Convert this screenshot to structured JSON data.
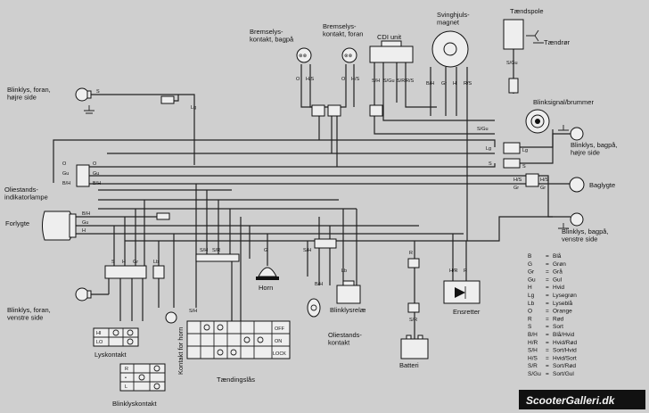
{
  "components": {
    "blinklys_foran_hojre": "Blinklys, foran,\nhøjre side",
    "bremselys_bag": "Bremselys-\nkontakt, bagpå",
    "bremselys_foran": "Bremselys-\nkontakt, foran",
    "cdi_unit": "CDI unit",
    "svinghjul": "Svinghjuls-\nmagnet",
    "taendspole": "Tændspole",
    "taendror": "Tændrør",
    "blinksignal": "Blinksignal/brummer",
    "oliestands_indikator": "Oliestands-\nindikatorlampe",
    "blinklys_bag_hojre": "Blinklys, bagpå,\nhøjre side",
    "baglygte": "Baglygte",
    "forlygte": "Forlygte",
    "blinklys_bag_venstre": "Blinklys, bagpå,\nvenstre side",
    "blinklys_foran_venstre": "Blinklys, foran,\nvenstre side",
    "horn": "Horn",
    "blinklysrelae": "Blinklysrelæ",
    "ensretter": "Ensretter",
    "lyskontakt": "Lyskontakt",
    "kontakt_horn": "Kontakt for horn",
    "oliestands_kontakt": "Oliestands-\nkontakt",
    "batteri": "Batteri",
    "blinklyskontakt": "Blinklyskontakt",
    "taendingslaas": "Tændingslås"
  },
  "switch_labels": {
    "lys": [
      "HI",
      "LO"
    ],
    "blink": [
      "R",
      "•",
      "L"
    ],
    "ign": [
      "OFF",
      "ON",
      "LOCK"
    ]
  },
  "legend": [
    {
      "code": "B",
      "meaning": "Blå"
    },
    {
      "code": "G",
      "meaning": "Grøn"
    },
    {
      "code": "Gr",
      "meaning": "Grå"
    },
    {
      "code": "Gu",
      "meaning": "Gul"
    },
    {
      "code": "H",
      "meaning": "Hvid"
    },
    {
      "code": "Lg",
      "meaning": "Lysegrøn"
    },
    {
      "code": "Lb",
      "meaning": "Lyseblå"
    },
    {
      "code": "O",
      "meaning": "Orange"
    },
    {
      "code": "R",
      "meaning": "Rød"
    },
    {
      "code": "S",
      "meaning": "Sort"
    },
    {
      "code": "B/H",
      "meaning": "Blå/Hvid"
    },
    {
      "code": "H/R",
      "meaning": "Hvid/Rød"
    },
    {
      "code": "S/H",
      "meaning": "Sort/Hvid"
    },
    {
      "code": "H/S",
      "meaning": "Hvid/Sort"
    },
    {
      "code": "S/R",
      "meaning": "Sort/Rød"
    },
    {
      "code": "S/Gu",
      "meaning": "Sort/Gul"
    }
  ],
  "wire_codes": {
    "c_s1": "S",
    "c_lg1": "Lg",
    "c_o1": "O",
    "c_gu1": "Gu",
    "c_bh1": "B/H",
    "c_o2": "O",
    "c_hs1": "H/S",
    "c_o3": "O",
    "c_gu2": "Gu",
    "c_bh2": "B/H",
    "c_bh3": "B/H",
    "c_gu3": "Gu",
    "c_h1": "H",
    "c_sh1": "S/H",
    "c_sr1": "S/R",
    "c_rs1": "R/S",
    "c_sh2": "S/H",
    "c_sgu1": "S/Gu",
    "c_rs2": "R/S",
    "c_bh4": "B/H",
    "c_gr1": "Gr",
    "c_h2": "H",
    "c_sgu2": "S/Gu",
    "c_lg2": "Lg",
    "c_lg3": "Lg",
    "c_s2": "S",
    "c_hs2": "H/S",
    "c_gr2": "Gr",
    "c_hs3": "H/S",
    "c_gr3": "Gr",
    "c_sgu3": "S/Gu",
    "c_s3": "S",
    "c_lb1": "Lb",
    "c_sh3": "S/H",
    "c_sr2": "S/R",
    "c_g1": "G",
    "c_sh4": "S/H",
    "c_bh5": "B/H",
    "c_hr1": "H/R",
    "c_r1": "R",
    "c_lb2": "Lb",
    "c_r2": "R",
    "c_sr3": "S/R"
  },
  "watermark": "ScooterGalleri.dk"
}
